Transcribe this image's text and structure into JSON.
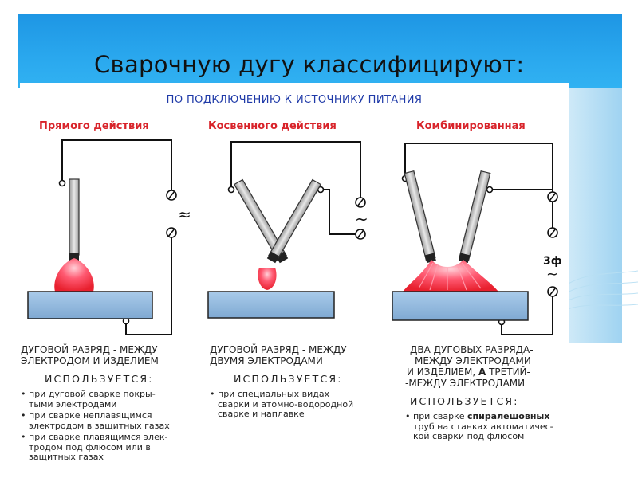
{
  "title": "Сварочную дугу классифицируют:",
  "subheading": "ПО ПОДКЛЮЧЕНИЮ К ИСТОЧНИКУ ПИТАНИЯ",
  "types": [
    {
      "label": "Прямого действия",
      "current_symbol": "≈",
      "description": [
        "ДУГОВОЙ РАЗРЯД - МЕЖДУ",
        "ЭЛЕКТРОДОМ И ИЗДЕЛИЕМ"
      ],
      "uses_label": "ИСПОЛЬЗУЕТСЯ:",
      "uses": [
        [
          "при дуговой сварке покры-",
          "тыми электродами"
        ],
        [
          "при сварке неплавящимся",
          "электродом в защитных газах"
        ],
        [
          "при сварке плавящимся элек-",
          "тродом под флюсом или в",
          "защитных газах"
        ]
      ]
    },
    {
      "label": "Косвенного действия",
      "current_symbol": "~",
      "description": [
        "ДУГОВОЙ РАЗРЯД - МЕЖДУ",
        "ДВУМЯ ЭЛЕКТРОДАМИ"
      ],
      "uses_label": "ИСПОЛЬЗУЕТСЯ:",
      "uses": [
        [
          "при специальных видах",
          "сварки и атомно-водородной",
          "сварке и наплавке"
        ]
      ]
    },
    {
      "label": "Комбинированная",
      "current_symbol": "3ф",
      "current_symbol2": "~",
      "description": [
        "ДВА ДУГОВЫХ РАЗРЯДА-",
        "МЕЖДУ ЭЛЕКТРОДАМИ",
        "И ИЗДЕЛИЕМ, ",
        "А",
        " ТРЕТИЙ-",
        "-МЕЖДУ  ЭЛЕКТРОДАМИ"
      ],
      "uses_label": "ИСПОЛЬЗУЕТСЯ:",
      "uses_prefix": "при сварке ",
      "uses_highlight": "спиралешовных",
      "uses_rest": [
        "труб на станках автоматичес-",
        "кой сварки под флюсом"
      ]
    }
  ],
  "colors": {
    "banner": "#2aa8ee",
    "subheading": "#1f3aa8",
    "type_label": "#d8232a",
    "arc": "#e8202e",
    "workpiece": "#8fb8dc"
  }
}
